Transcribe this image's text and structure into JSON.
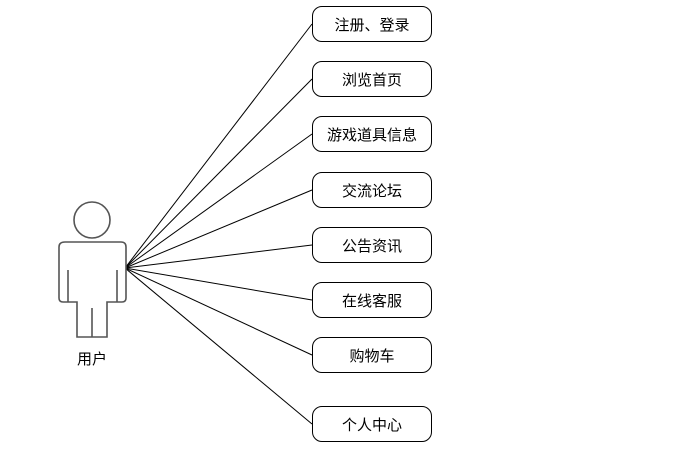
{
  "actor": {
    "label": "用户"
  },
  "use_cases": [
    "注册、登录",
    "浏览首页",
    "游戏道具信息",
    "交流论坛",
    "公告资讯",
    "在线客服",
    "购物车",
    "个人中心"
  ],
  "colors": {
    "stroke": "#000000",
    "actor_stroke": "#555555",
    "background": "#ffffff"
  }
}
